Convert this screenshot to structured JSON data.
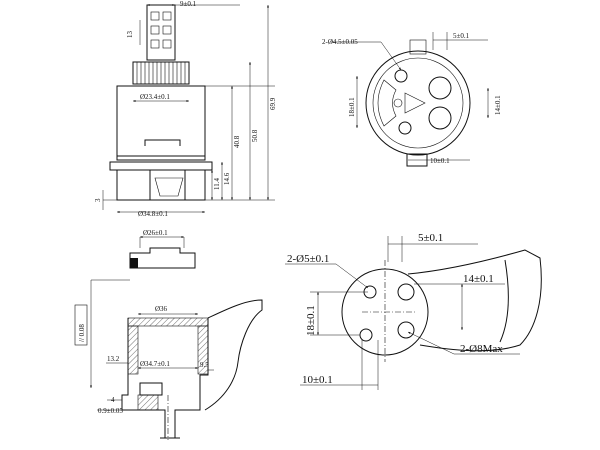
{
  "drawing": {
    "cartridge_side_view": {
      "top_width": "9±0.1",
      "top_height": "13",
      "body_diameter": "Ø23.4±0.1",
      "total_height": "69.9",
      "h1": "50.8",
      "h2": "40.8",
      "h3": "11.4",
      "h4": "14.6",
      "base_step": "3",
      "base_diameter": "Ø34.8±0.1"
    },
    "cartridge_bottom_view": {
      "holes": "2-Ø4.5±0.05",
      "offset_top": "5±0.1",
      "span_left": "18±0.1",
      "span_right": "14±0.1",
      "offset_bottom": "10±0.1"
    },
    "seat_detail": {
      "top_diameter": "Ø26±0.1",
      "parallelism": "// 0.08",
      "bore": "Ø36",
      "inner_diameter": "Ø34.7±0.1",
      "left_depth": "13.2",
      "right_depth": "9.5",
      "step": "4",
      "tolerance": "0.9±0.05"
    },
    "seat_top_view": {
      "holes": "2-Ø5±0.1",
      "offset_top": "5±0.1",
      "span_right": "14±0.1",
      "span_left": "18±0.1",
      "ports": "2-Ø8Max",
      "offset_bottom": "10±0.1"
    }
  }
}
